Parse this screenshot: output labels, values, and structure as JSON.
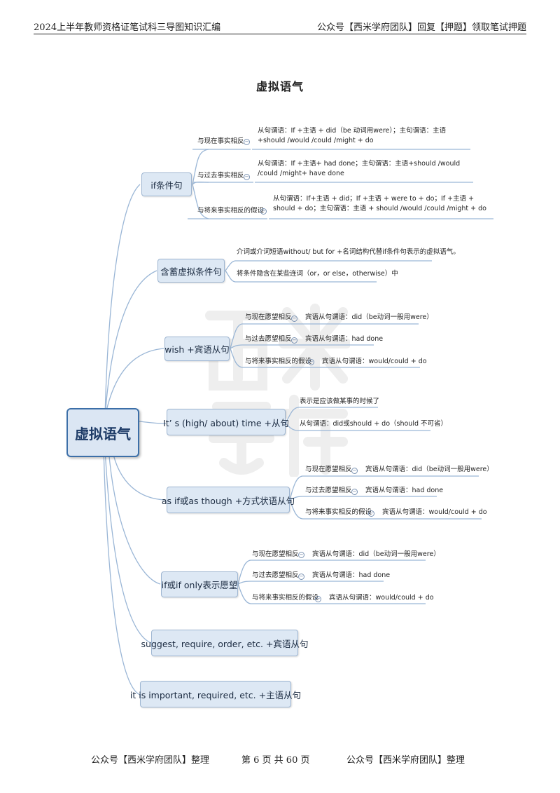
{
  "header": {
    "left": "2024上半年教师资格证笔试科三导图知识汇编",
    "right": "公众号【西米学府团队】回复【押题】领取笔试押题"
  },
  "title": "虚拟语气",
  "root": "虚拟语气",
  "branches": [
    {
      "label": "if条件句",
      "items": [
        {
          "label": "与现在事实相反",
          "text": "从句谓语：If +主语 + did（be 动词用were）；主句谓语：主语+should /would /could /might + do"
        },
        {
          "label": "与过去事实相反",
          "text": "从句谓语：If +主语+ had done；主句谓语：主语+should /would /could /might+ have done"
        },
        {
          "label": "与将来事实相反的假设",
          "text": "从句谓语：If+主语 + did；If +主语 + were to + do；If +主语 + should + do；主句谓语：主语 + should /would /could /might + do"
        }
      ]
    },
    {
      "label": "含蓄虚拟条件句",
      "items": [
        {
          "text": "介词或介词短语without/ but for +名词结构代替if条件句表示的虚拟语气。"
        },
        {
          "text": "将条件隐含在某些连词（or，or else，otherwise）中"
        }
      ]
    },
    {
      "label": "wish +宾语从句",
      "items": [
        {
          "label": "与现在愿望相反",
          "text": "宾语从句谓语：did（be动词一般用were）"
        },
        {
          "label": "与过去愿望相反",
          "text": "宾语从句谓语：had done"
        },
        {
          "label": "与将来事实相反的假设",
          "text": "宾语从句谓语：would/could + do"
        }
      ]
    },
    {
      "label": "It’ s (high/ about) time +从句",
      "items": [
        {
          "text": "表示是应该做某事的时候了"
        },
        {
          "text": "从句谓语：did或should + do（should 不可省）"
        }
      ]
    },
    {
      "label": "as if或as though +方式状语从句",
      "items": [
        {
          "label": "与现在愿望相反",
          "text": "宾语从句谓语：did（be动词一般用were）"
        },
        {
          "label": "与过去愿望相反",
          "text": "宾语从句谓语：had done"
        },
        {
          "label": "与将来事实相反的假设",
          "text": "宾语从句谓语：would/could + do"
        }
      ]
    },
    {
      "label": "if或if only表示愿望",
      "items": [
        {
          "label": "与现在愿望相反",
          "text": "宾语从句谓语：did（be动词一般用were）"
        },
        {
          "label": "与过去愿望相反",
          "text": "宾语从句谓语：had done"
        },
        {
          "label": "与将来事实相反的假设",
          "text": "宾语从句谓语：would/could + do"
        }
      ]
    },
    {
      "label": "suggest, require, order, etc. +宾语从句"
    },
    {
      "label": "it is important, required, etc. +主语从句"
    }
  ],
  "footer": {
    "left": "公众号【西米学府团队】整理",
    "center": "第 6 页 共 60 页",
    "right": "公众号【西米学府团队】整理"
  },
  "colors": {
    "connector": "#9ab6d6",
    "node_fill": "#dde8f4",
    "root_border": "#3c6fa8"
  }
}
